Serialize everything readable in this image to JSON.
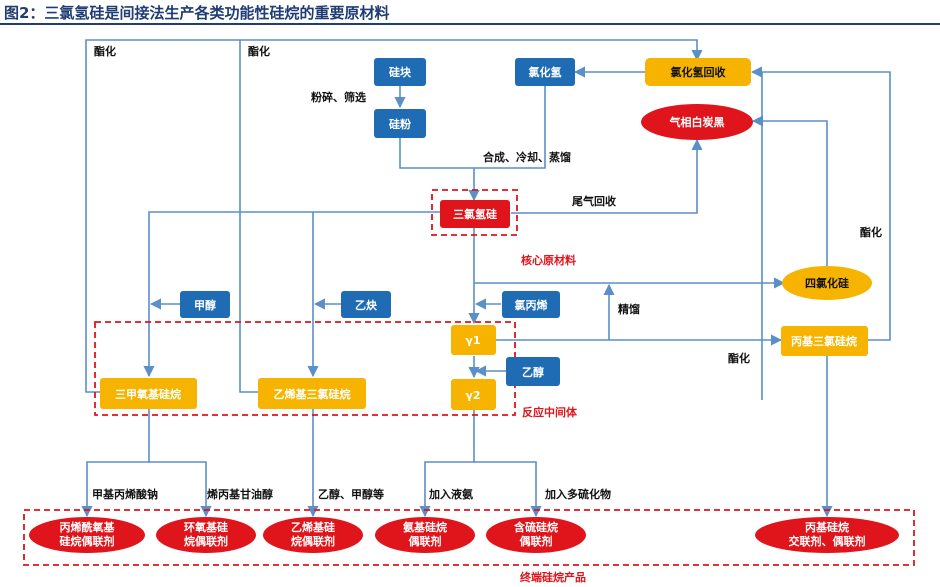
{
  "title": "图2：三氯氢硅是间接法生产各类功能性硅烷的重要原材料",
  "colors": {
    "blue_node": "#1f6cb5",
    "yellow_node": "#f6b400",
    "red_node": "#e0141b",
    "connector": "#5b8fc7",
    "title": "#1f3c74"
  },
  "nodes": {
    "silicon_block": "硅块",
    "silicon_powder": "硅粉",
    "hcl": "氯化氢",
    "hcl_recovery": "氯化氢回收",
    "fumed_silica": "气相白炭黑",
    "trichlorosilane": "三氯氢硅",
    "silicon_tetrachloride": "四氯化硅",
    "methanol": "甲醇",
    "acetylene": "乙炔",
    "allyl_chloride": "氯丙烯",
    "gamma1": "γ1",
    "ethanol": "乙醇",
    "gamma2": "γ2",
    "propyl_trichlorosilane": "丙基三氯硅烷",
    "methyl_trimethoxy_silane": "三甲氧基硅烷",
    "vinyl_trichlorosilane": "乙烯基三氯硅烷"
  },
  "products": {
    "p1": [
      "丙烯酰氧基",
      "硅烷偶联剂"
    ],
    "p2": [
      "环氧基硅",
      "烷偶联剂"
    ],
    "p3": [
      "乙烯基硅",
      "烷偶联剂"
    ],
    "p4": [
      "氨基硅烷",
      "偶联剂"
    ],
    "p5": [
      "含硫硅烷",
      "偶联剂"
    ],
    "p6": [
      "丙基硅烷",
      "交联剂、偶联剂"
    ]
  },
  "labels": {
    "esterify_left1": "酯化",
    "esterify_left2": "酯化",
    "crush": "粉碎、筛选",
    "synthesis": "合成、冷却、蒸馏",
    "tail_gas": "尾气回收",
    "core_material": "核心原材料",
    "esterify_right": "酯化",
    "rectify": "精馏",
    "esterify_mid": "酯化",
    "reaction_intermediate": "反应中间体",
    "sodium_methacrylate": "甲基丙烯酸钠",
    "allyl_glycidyl": "烯丙基甘油醇",
    "ethanol_methanol": "乙醇、甲醇等",
    "add_ammonia": "加入液氨",
    "add_polysulfide": "加入多硫化物",
    "end_products": "终端硅烷产品"
  }
}
